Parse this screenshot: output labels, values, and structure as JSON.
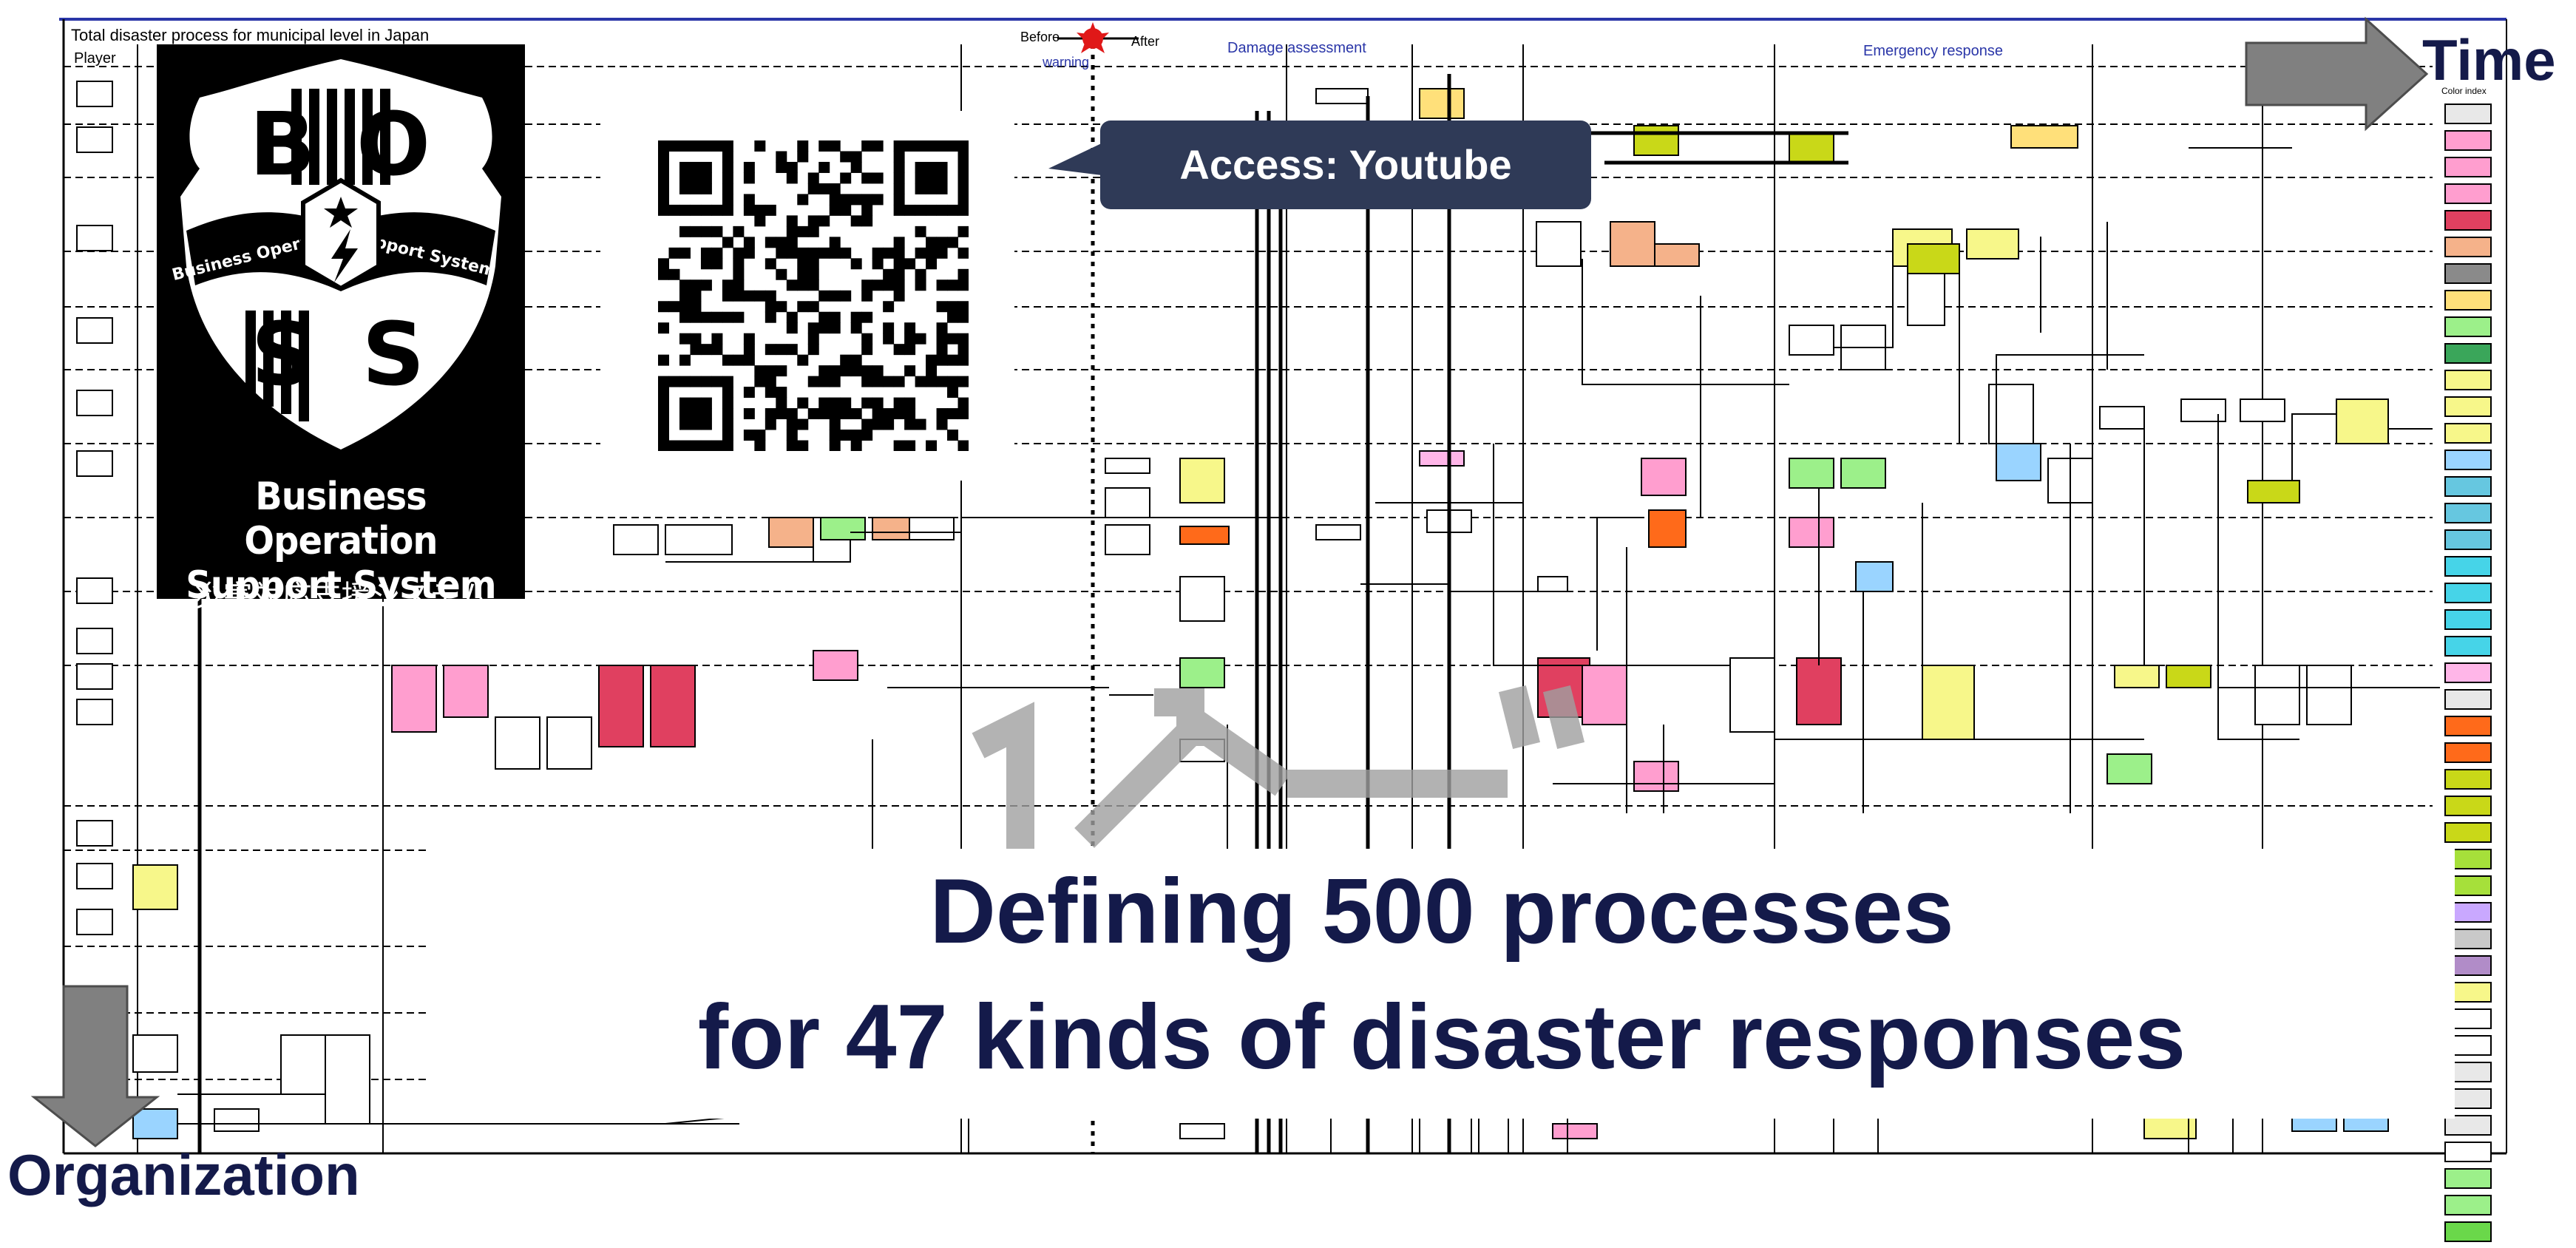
{
  "logo": {
    "letters": [
      "B",
      "O",
      "S",
      "S"
    ],
    "ribbon_left": "Business Operation",
    "ribbon_right": "Support System",
    "title_line1": "Business Operation",
    "title_line2": "Support System",
    "subtitle_jp": "災害対応支援システム"
  },
  "callout": {
    "text": "Access: Youtube"
  },
  "axes": {
    "time": "Time",
    "organization": "Organization"
  },
  "banner": {
    "line1": "Defining 500 processes",
    "line2": "for 47 kinds of disaster responses"
  },
  "chart_header": {
    "title": "Total disaster process for municipal level in Japan",
    "player": "Player",
    "before": "Before",
    "after": "After",
    "warning": "warning",
    "damage_assessment": "Damage assessment",
    "emergency_response": "Emergency response",
    "color_index": "Color index"
  },
  "colors": {
    "navy": "#141a4a",
    "callout": "#2f3a57",
    "arrow": "#808080",
    "legend": [
      "#e8e8e8",
      "#ff9ecf",
      "#ff9ecf",
      "#ff9ecf",
      "#e04060",
      "#f5b28a",
      "#8a8a8a",
      "#ffe07a",
      "#9cf08a",
      "#3aa65a",
      "#f7f78a",
      "#f7f78a",
      "#f7f78a",
      "#9ad4ff",
      "#66c7e0",
      "#66c7e0",
      "#66c7e0",
      "#46d4e8",
      "#46d4e8",
      "#46d4e8",
      "#46d4e8",
      "#ffb6e8",
      "#e8e8e8",
      "#ff6a1a",
      "#ff6a1a",
      "#c9d818",
      "#c9d818",
      "#c9d818",
      "#a6e03a",
      "#a6e03a",
      "#c9a8ff",
      "#c9c9c9",
      "#b18cc8",
      "#f7f78a",
      "#ffffff",
      "#ffffff",
      "#e8e8e8",
      "#e8e8e8",
      "#e8e8e8",
      "#ffffff",
      "#9cf08a",
      "#9cf08a",
      "#6ad84a"
    ]
  }
}
